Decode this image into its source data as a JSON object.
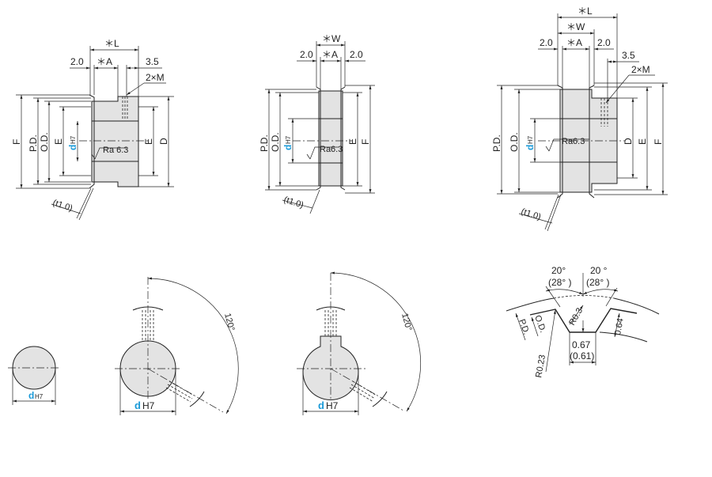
{
  "colors": {
    "accent_d": "#1a9ad8",
    "body_fill": "#e3e3e3"
  },
  "view1": {
    "L": "＊L",
    "left": "2.0",
    "A": "＊A",
    "right": "3.5",
    "M": "2×M",
    "F": "F",
    "PD": "P.D.",
    "OD": "O.D.",
    "E_left": "E",
    "d": "d",
    "h7": "H7",
    "ra": "Ra 6.3",
    "E_right": "E",
    "D": "D",
    "t": "(t1.0)"
  },
  "view2": {
    "W": "＊W",
    "left": "2.0",
    "A": "＊A",
    "right": "2.0",
    "PD": "P.D.",
    "OD": "O.D.",
    "d": "d",
    "h7": "H7",
    "ra": "Ra6.3",
    "E": "E",
    "F": "F",
    "t": "(t1.0)"
  },
  "view3": {
    "L": "＊L",
    "W": "＊W",
    "left": "2.0",
    "A": "＊A",
    "right": "2.0",
    "hub": "3.5",
    "M": "2×M",
    "PD": "P.D.",
    "OD": "O.D.",
    "d": "d",
    "h7": "H7",
    "ra": "Ra6.3",
    "D": "D",
    "E": "E",
    "F": "F",
    "t": "(t1.0)"
  },
  "bore1": {
    "d": "d",
    "h7": "H7"
  },
  "bore2": {
    "d": "d",
    "h7": "H7",
    "angle": "120°"
  },
  "bore3": {
    "d": "d",
    "h7": "H7",
    "angle": "120°"
  },
  "tooth": {
    "angle_l": "20°",
    "angle_l_alt": "(28° )",
    "angle_r": "20 °",
    "angle_r_alt": "(28° )",
    "r_top": "R0.3",
    "PD": "P.D.",
    "OD": "O.D.",
    "depth": "0.64",
    "width": "0.67",
    "width_alt": "(0.61)",
    "r_root": "R0.23"
  }
}
